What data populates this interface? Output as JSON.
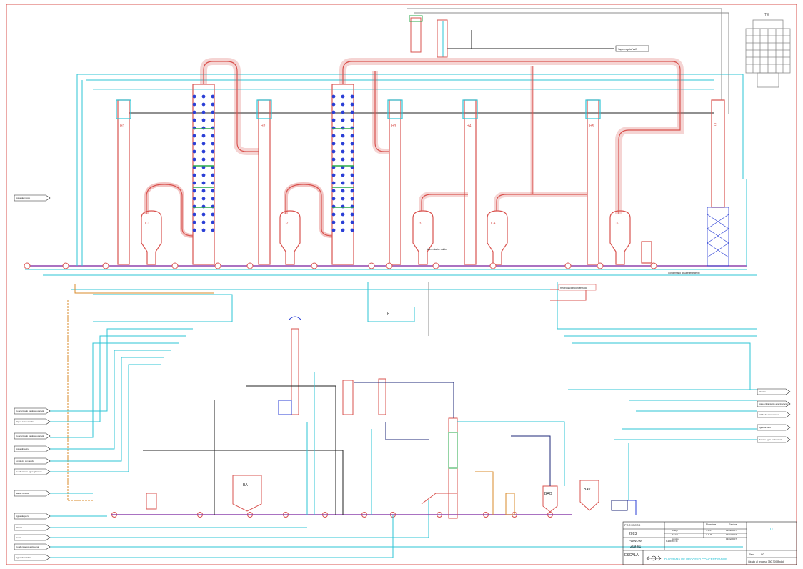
{
  "drawing": {
    "title": "DIAGRAMA DE PROCESO CONCENTRADOR",
    "colors": {
      "border": "#d9534f",
      "cyan": "#2ec4d6",
      "pipe_red": "#d9534f",
      "purple": "#8e44ad",
      "navy": "#1f2a7a",
      "gray": "#8c8c8c",
      "orange": "#d98b2b",
      "green": "#2aa84a",
      "blue_dot": "#2b3fd6",
      "dark": "#222222"
    }
  },
  "labels": {
    "cooling_tower": "TE",
    "effect_1": "C1",
    "effect_2": "C2",
    "effect_3": "C3",
    "effect_4": "C4",
    "effect_5": "C5",
    "heater_1": "H1",
    "heater_2": "H2",
    "heater_3": "H3",
    "heater_4": "H4",
    "heater_5": "H5",
    "condenser": "CI",
    "flash": "F",
    "tank_b": "BA",
    "tank_bav": "BAV",
    "tank_bao": "BAO"
  },
  "left_panel": [
    "Agua de mosto",
    "Concentrado caldo azucarado",
    "Vapor condensado",
    "Concentrado caldo azucarado",
    "Agua glicerina",
    "Limpieza con acido",
    "Condensado agua glicerina",
    "Salida vinaza",
    "Agua de pozo",
    "Vinaza",
    "Soda",
    "Condensados a cisterna",
    "Agua de caldera"
  ],
  "right_panel": [
    "Vinazas",
    "Agua enfriamiento a recirculacion",
    "Salida de condensados",
    "Agua de torre",
    "Retorno agua enfriamiento"
  ],
  "misc_labels": {
    "vapor_out": "Vapor vegetal VVA",
    "recirc": "Recirculacion concentrado",
    "cond_label": "Condensado agua enfriamiento",
    "mid_label": "Alimentacion caldo"
  },
  "title_block": {
    "proyecto_label": "PROYECTO",
    "proyecto_val": "2093",
    "plano_label": "PLANO Nº",
    "plano_val": "2093/1",
    "escala_label": "ESCALA",
    "cliente_label": "CLIENTE",
    "dibujo_label": "Dibujó",
    "reviso_label": "Revisó",
    "aprobo_label": "Aprobó",
    "nombre_label": "Nombre",
    "fecha_label": "Fecha",
    "col1": "S.A.L.",
    "col2": "A.G.R.",
    "f1": "12/02/2007",
    "f2": "13/02/2007",
    "f3": "13/02/2007",
    "rev_label": "Rev.",
    "rev_val": "00",
    "title": "DIAGRAMA DE PROCESO CONCENTRADOR",
    "subtitle": "Girado al proceso 350-700 Bxd/d",
    "corner": "U"
  }
}
